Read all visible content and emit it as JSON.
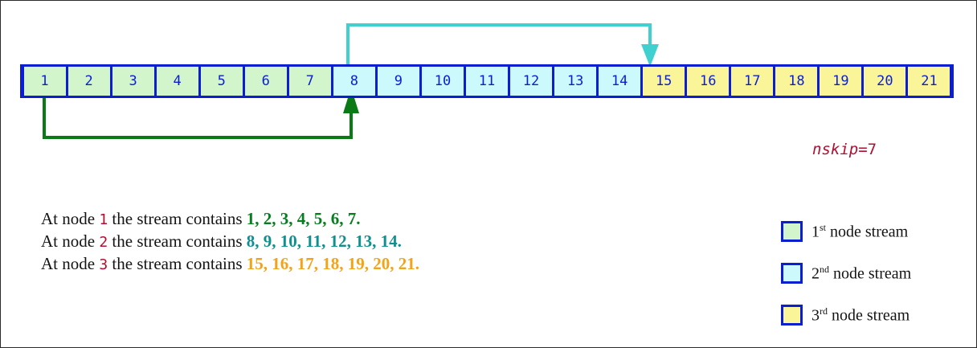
{
  "colors": {
    "cell_border": "#0b1fd0",
    "stream1_fill": "#d2f5cb",
    "stream2_fill": "#ccf9fb",
    "stream3_fill": "#fbf59a",
    "arrow_top": "#40d0d0",
    "arrow_bottom": "#0a7a16",
    "nskip_text": "#b01030",
    "vals_stream1": "#087d20",
    "vals_stream2": "#0f8f8f",
    "vals_stream3": "#f2a318",
    "page_border": "#2b2b2b",
    "background": "#ffffff"
  },
  "strip": {
    "cells": [
      {
        "label": "1",
        "stream": 1
      },
      {
        "label": "2",
        "stream": 1
      },
      {
        "label": "3",
        "stream": 1
      },
      {
        "label": "4",
        "stream": 1
      },
      {
        "label": "5",
        "stream": 1
      },
      {
        "label": "6",
        "stream": 1
      },
      {
        "label": "7",
        "stream": 1
      },
      {
        "label": "8",
        "stream": 2
      },
      {
        "label": "9",
        "stream": 2
      },
      {
        "label": "10",
        "stream": 2
      },
      {
        "label": "11",
        "stream": 2
      },
      {
        "label": "12",
        "stream": 2
      },
      {
        "label": "13",
        "stream": 2
      },
      {
        "label": "14",
        "stream": 2
      },
      {
        "label": "15",
        "stream": 3
      },
      {
        "label": "16",
        "stream": 3
      },
      {
        "label": "17",
        "stream": 3
      },
      {
        "label": "18",
        "stream": 3
      },
      {
        "label": "19",
        "stream": 3
      },
      {
        "label": "20",
        "stream": 3
      },
      {
        "label": "21",
        "stream": 3
      }
    ]
  },
  "arrows": {
    "top": {
      "from_cell": "8",
      "to_cell": "15",
      "color": "#40d0d0",
      "direction": "down-into-15"
    },
    "bottom": {
      "from_cell": "1",
      "to_cell": "8",
      "color": "#0a7a16",
      "direction": "up-into-8"
    }
  },
  "nskip": {
    "name": "nskip",
    "equals": "=",
    "value": "7",
    "full": "nskip=7"
  },
  "lines": [
    {
      "prefix": "At node ",
      "node": "1",
      "middle": " the stream contains ",
      "values": "1, 2, 3, 4, 5, 6, 7.",
      "value_color_class": "c-green"
    },
    {
      "prefix": "At node ",
      "node": "2",
      "middle": " the stream contains ",
      "values": "8, 9, 10, 11, 12, 13, 14.",
      "value_color_class": "c-teal"
    },
    {
      "prefix": "At node ",
      "node": "3",
      "middle": " the stream contains ",
      "values": "15, 16, 17, 18, 19, 20, 21.",
      "value_color_class": "c-orange"
    }
  ],
  "legend": {
    "items": [
      {
        "ordinal": "1",
        "suffix": "st",
        "text": " node stream",
        "stream": 1
      },
      {
        "ordinal": "2",
        "suffix": "nd",
        "text": " node stream",
        "stream": 2
      },
      {
        "ordinal": "3",
        "suffix": "rd",
        "text": " node stream",
        "stream": 3
      }
    ]
  }
}
